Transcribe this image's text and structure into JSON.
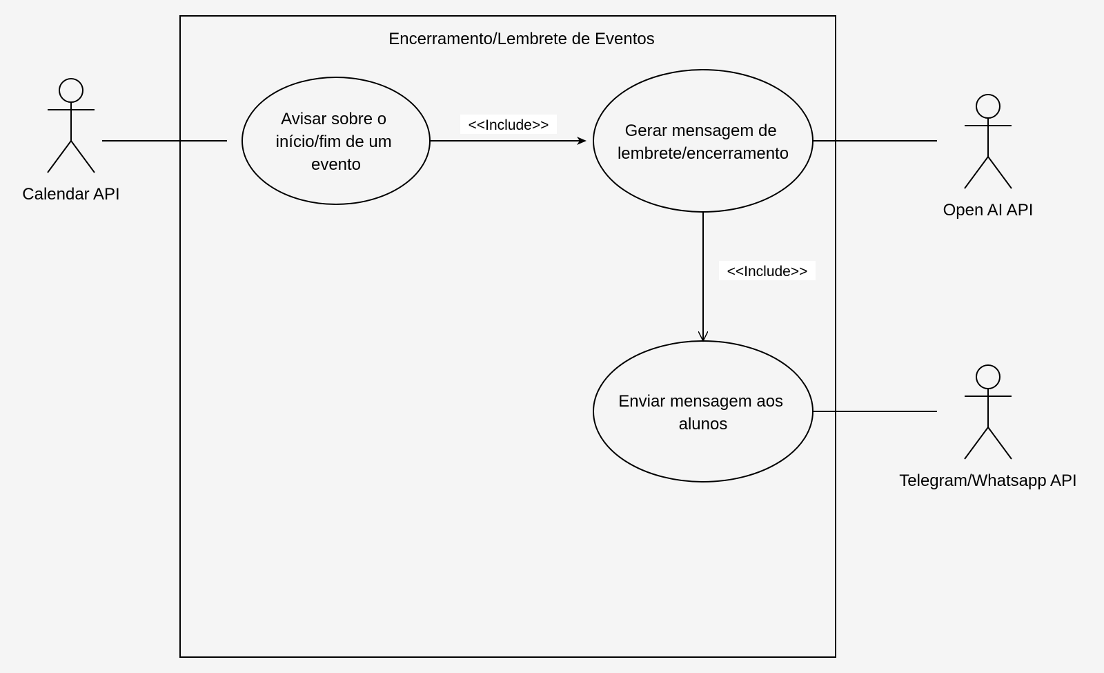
{
  "system_boundary": {
    "title": "Encerramento/Lembrete de Eventos"
  },
  "use_cases": {
    "avisar": {
      "lines": [
        "Avisar sobre o",
        "início/fim de um",
        "evento"
      ]
    },
    "gerar": {
      "lines": [
        "Gerar mensagem de",
        "lembrete/encerramento"
      ]
    },
    "enviar": {
      "lines": [
        "Enviar mensagem aos",
        "alunos"
      ]
    }
  },
  "actors": {
    "calendar": {
      "label": "Calendar API"
    },
    "openai": {
      "label": "Open AI API"
    },
    "messaging": {
      "label": "Telegram/Whatsapp API"
    }
  },
  "relations": {
    "include_1": {
      "label": "<<Include>>"
    },
    "include_2": {
      "label": "<<Include>>"
    }
  }
}
